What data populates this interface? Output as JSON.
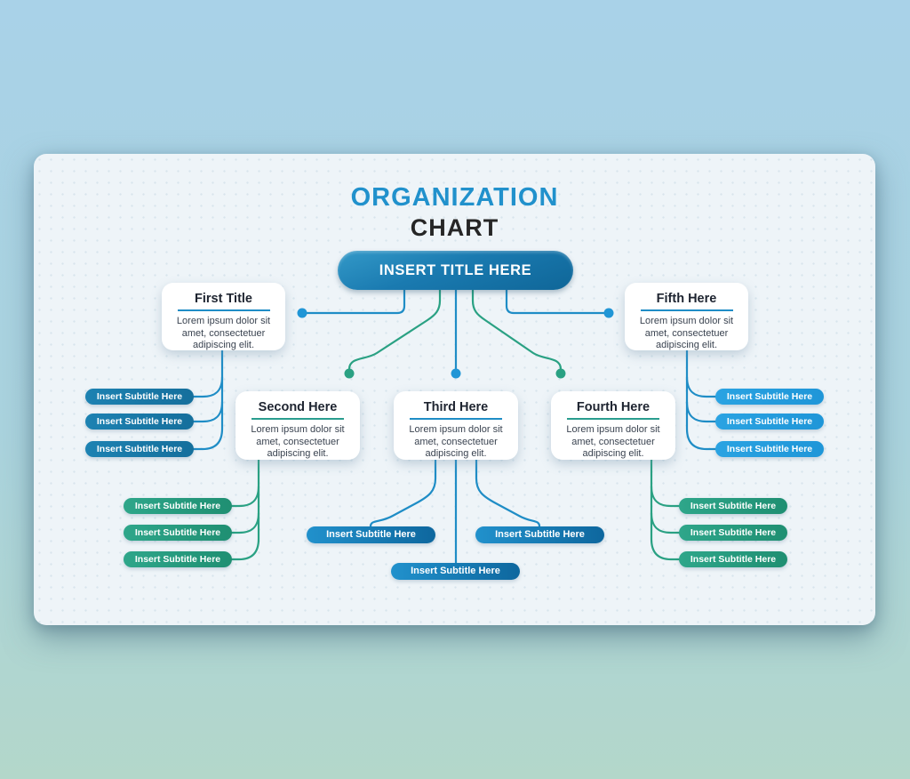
{
  "header": {
    "line1": "ORGANIZATION",
    "line2": "CHART"
  },
  "root": {
    "label": "INSERT TITLE HERE"
  },
  "cards": {
    "first": {
      "title": "First Title",
      "body": "Lorem ipsum dolor sit amet, consectetuer adipiscing elit."
    },
    "second": {
      "title": "Second Here",
      "body": "Lorem ipsum dolor sit amet, consectetuer adipiscing elit."
    },
    "third": {
      "title": "Third Here",
      "body": "Lorem ipsum dolor sit amet, consectetuer adipiscing elit."
    },
    "fourth": {
      "title": "Fourth Here",
      "body": "Lorem ipsum dolor sit amet, consectetuer adipiscing elit."
    },
    "fifth": {
      "title": "Fifth Here",
      "body": "Lorem ipsum dolor sit amet, consectetuer adipiscing elit."
    }
  },
  "groups": {
    "left": [
      "Insert Subtitle Here",
      "Insert Subtitle Here",
      "Insert Subtitle Here"
    ],
    "right": [
      "Insert Subtitle Here",
      "Insert Subtitle Here",
      "Insert Subtitle Here"
    ],
    "bottom_left": [
      "Insert Subtitle Here",
      "Insert Subtitle Here",
      "Insert Subtitle Here"
    ],
    "bottom_middle": [
      "Insert Subtitle Here",
      "Insert Subtitle Here",
      "Insert Subtitle Here"
    ],
    "bottom_right": [
      "Insert Subtitle Here",
      "Insert Subtitle Here",
      "Insert Subtitle Here"
    ]
  },
  "colors": {
    "accent_blue": "#2191cc",
    "heading_dark": "#262626",
    "connector_blue": "#1f8dc6",
    "connector_green": "#2aa183",
    "divider_teal": "#2a9d8f",
    "pill_dark_blue": "#1d82b2",
    "pill_light_blue": "#2aa3e2",
    "pill_green": "#2ea68a",
    "slide_background": "#eef4f8"
  }
}
